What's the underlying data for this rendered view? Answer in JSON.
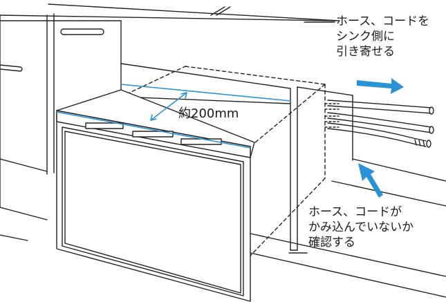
{
  "labels": {
    "hose_to_sink": [
      "ホース、コードを",
      "シンク側に",
      "引き寄せる"
    ],
    "depth_note": "約200mm",
    "check_hose": [
      "ホース、コードが",
      "かみ込んでいないか",
      "確認する"
    ]
  },
  "colors": {
    "line": "#222222",
    "accent_blue": "#2a93d5",
    "background": "#ffffff"
  }
}
